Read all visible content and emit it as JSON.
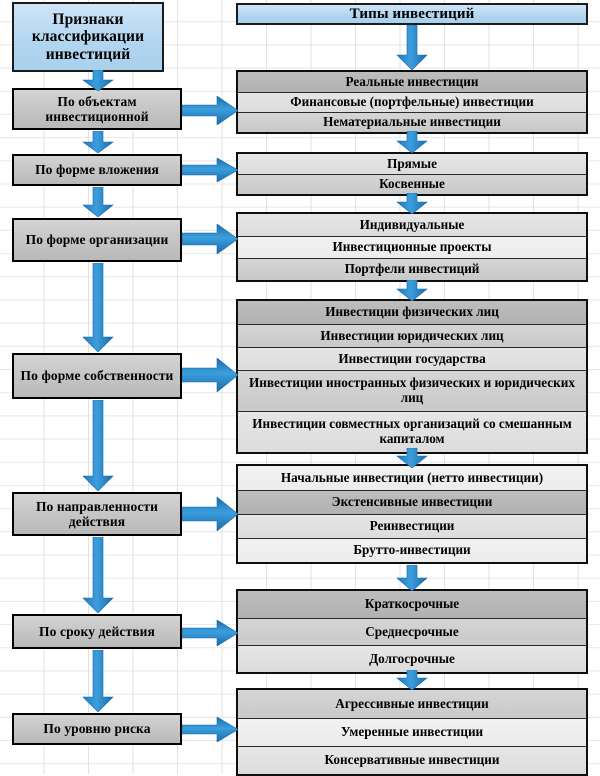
{
  "diagram": {
    "headers": {
      "left": "Признаки классификации инвестиций",
      "right": "Типы инвестиций"
    },
    "colors": {
      "header_fill": "#b3d6f0",
      "criteria_fill": "#c6c6c6",
      "arrow_fill": "#2e8bd0",
      "border": "#000000",
      "grid": "#e2e2e2"
    },
    "criteria": [
      {
        "label": "По объектам инвестиционной"
      },
      {
        "label": "По форме вложения"
      },
      {
        "label": "По форме организации"
      },
      {
        "label": "По форме собственности"
      },
      {
        "label": "По направленности действия"
      },
      {
        "label": "По сроку действия"
      },
      {
        "label": "По уровню риска"
      }
    ],
    "groups": [
      {
        "name": "objects",
        "rows": [
          "Реальные инвестиции",
          "Финансовые (портфельные) инвестиции",
          "Нематериальные инвестиции"
        ]
      },
      {
        "name": "form-of-contribution",
        "rows": [
          "Прямые",
          "Косвенные"
        ]
      },
      {
        "name": "form-of-organization",
        "rows": [
          "Индивидуальные",
          "Инвестиционные проекты",
          "Портфели инвестиций"
        ]
      },
      {
        "name": "form-of-ownership",
        "rows": [
          "Инвестиции физических лиц",
          "Инвестиции юридических лиц",
          "Инвестиции государства",
          "Инвестиции иностранных физических и юридических лиц",
          "Инвестиции совместных организаций со смешанным капиталом"
        ]
      },
      {
        "name": "direction-of-action",
        "rows": [
          "Начальные инвестиции (нетто инвестиции)",
          "Экстенсивные инвестиции",
          "Реинвестиции",
          "Брутто-инвестиции"
        ]
      },
      {
        "name": "term",
        "rows": [
          "Краткосрочные",
          "Среднесрочные",
          "Долгосрочные"
        ]
      },
      {
        "name": "risk-level",
        "rows": [
          "Агрессивные инвестиции",
          "Умеренные инвестиции",
          "Консервативные инвестиции"
        ]
      }
    ]
  }
}
